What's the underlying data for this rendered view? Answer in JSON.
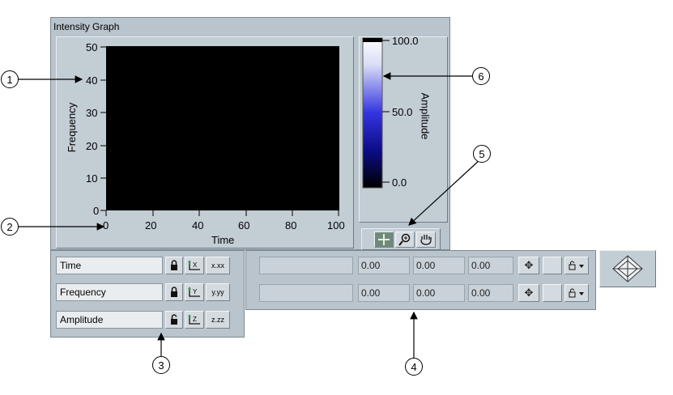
{
  "graph": {
    "title": "Intensity Graph",
    "y_axis_label": "Frequency",
    "x_axis_label": "Time",
    "y_ticks": [
      "50",
      "40",
      "30",
      "20",
      "10",
      "0"
    ],
    "x_ticks": [
      "0",
      "20",
      "40",
      "60",
      "80",
      "100"
    ]
  },
  "colorscale": {
    "label": "Amplitude",
    "ticks": [
      "100.0",
      "50.0",
      "0.0"
    ],
    "colors": {
      "top": "#ffffff",
      "mid": "#1a1ad8",
      "bottom": "#000000"
    }
  },
  "palette": {
    "tools": [
      "cursor-movement-tool",
      "zoom-tool",
      "panning-tool"
    ]
  },
  "scale_legend": {
    "rows": [
      {
        "name": "Time",
        "format": "x.xx"
      },
      {
        "name": "Frequency",
        "format": "y.yy"
      },
      {
        "name": "Amplitude",
        "format": "z.zz"
      }
    ]
  },
  "cursor_legend": {
    "rows": [
      {
        "name": "",
        "x": "0.00",
        "y": "0.00",
        "z": "0.00"
      },
      {
        "name": "",
        "x": "0.00",
        "y": "0.00",
        "z": "0.00"
      }
    ]
  },
  "callouts": [
    "1",
    "2",
    "3",
    "4",
    "5",
    "6"
  ]
}
